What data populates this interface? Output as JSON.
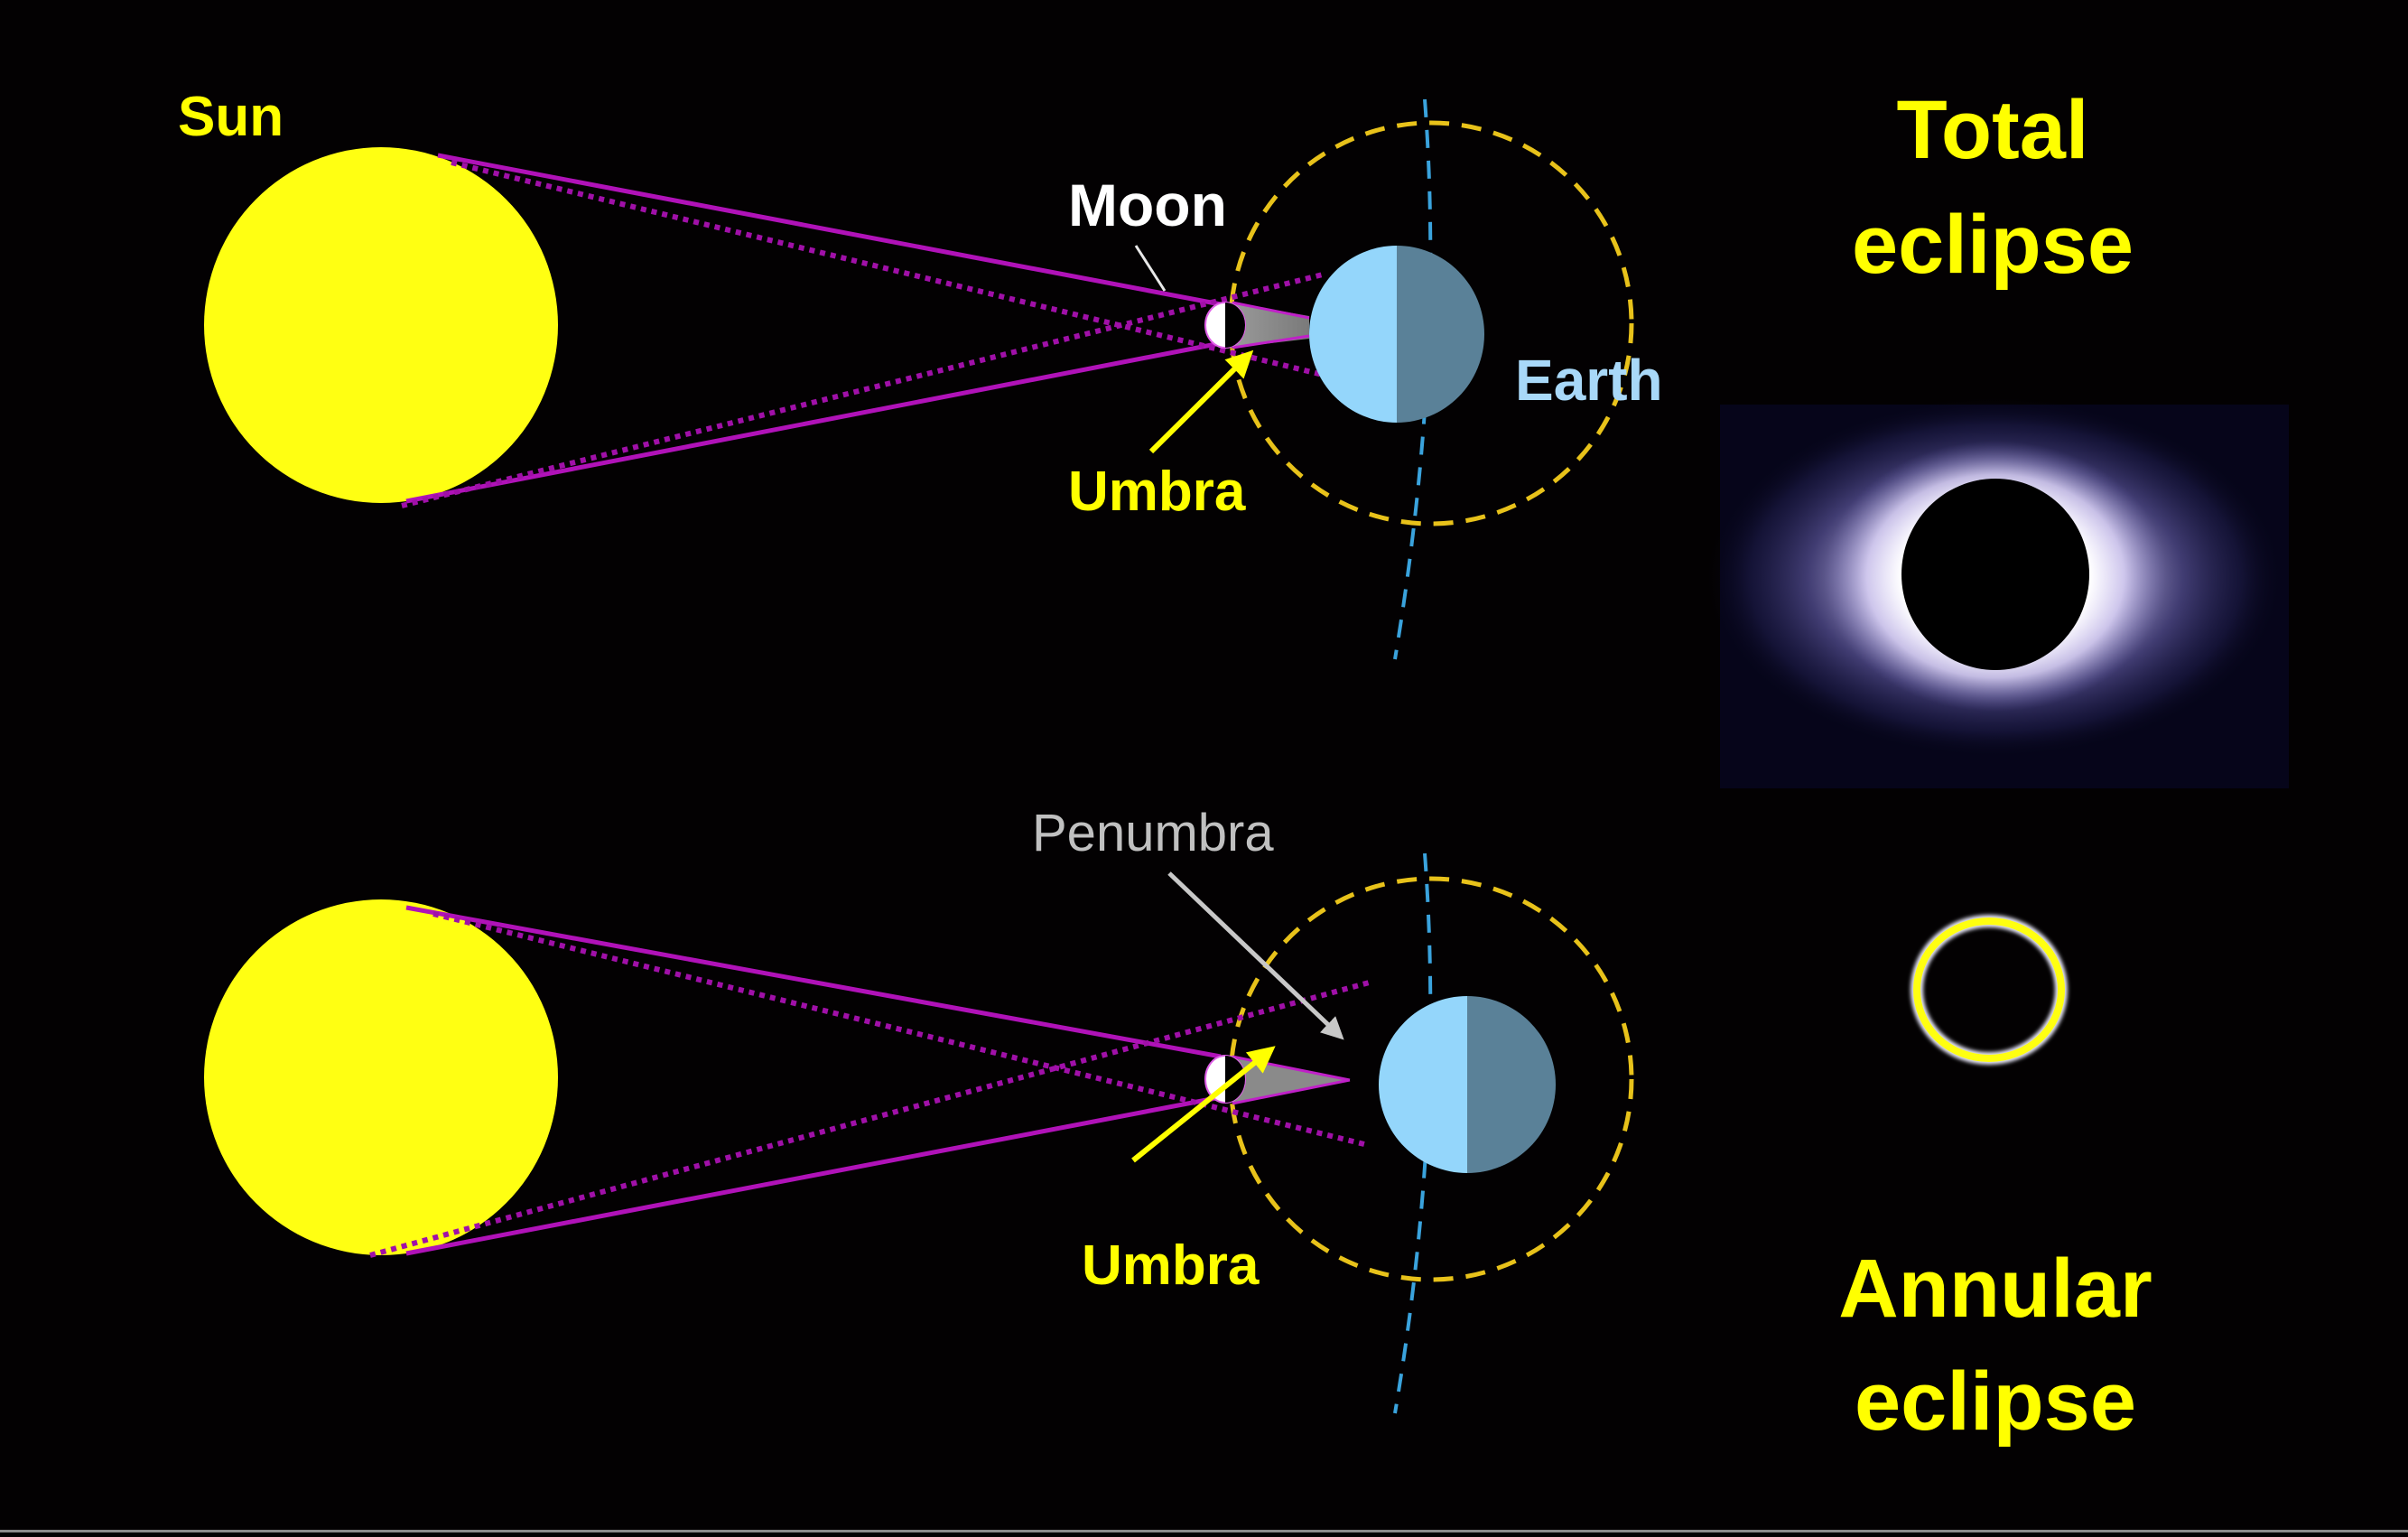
{
  "colors": {
    "background": "#030102",
    "sun": "#ffff12",
    "ray_magenta": "#b012b8",
    "ray_dotted": "#a010a8",
    "earth_day": "#94d6fb",
    "earth_night": "#5a8198",
    "orbit_dashed": "#e8c21a",
    "axis_dashed": "#3aa3dd",
    "umbra_cone": "#8a8a8a",
    "label_yellow": "#ffff00",
    "label_white": "#ffffff",
    "label_earth": "#a8d8f8",
    "label_penumbra": "#c0c0c0",
    "corona_outer": "#4a4a8a",
    "corona_inner": "#ffffff"
  },
  "top_panel": {
    "sun_label": "Sun",
    "moon_label": "Moon",
    "earth_label": "Earth",
    "umbra_label": "Umbra"
  },
  "bottom_panel": {
    "penumbra_label": "Penumbra",
    "umbra_label": "Umbra"
  },
  "right_panel": {
    "total_title_line1": "Total",
    "total_title_line2": "eclipse",
    "annular_title_line1": "Annular",
    "annular_title_line2": "eclipse"
  }
}
